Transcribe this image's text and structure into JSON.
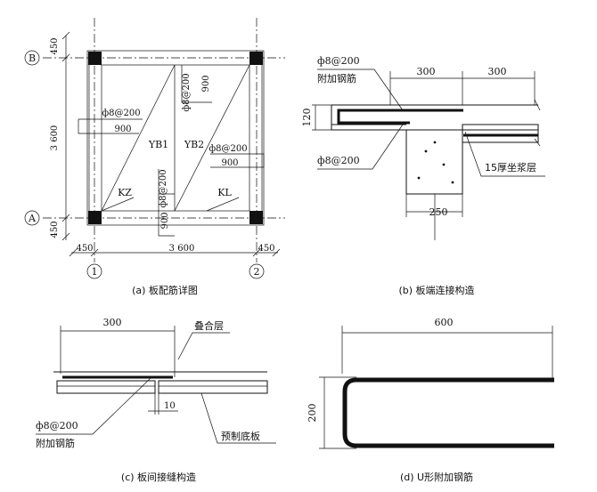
{
  "panel_a": {
    "caption": "(a) 板配筋详图",
    "axis_b": "B",
    "axis_a": "A",
    "axis_1": "1",
    "axis_2": "2",
    "dim_top_450": "450",
    "dim_mid_3600": "3 600",
    "dim_bot_450": "450",
    "dim_h_450_left": "450",
    "dim_h_3600": "3 600",
    "dim_h_450_right": "450",
    "rebar_top": "ф8@200",
    "rebar_top_len": "900",
    "rebar_left": "ф8@200",
    "rebar_left_len": "900",
    "rebar_right": "ф8@200",
    "rebar_right_len": "900",
    "rebar_bottom": "ф8@200",
    "rebar_bottom_len": "900",
    "label_yb1": "YB1",
    "label_yb2": "YB2",
    "label_kz": "KZ",
    "label_kl": "KL"
  },
  "panel_b": {
    "caption": "(b) 板端连接构造",
    "dim_300_left": "300",
    "dim_300_right": "300",
    "dim_120": "120",
    "dim_250": "250",
    "rebar_top": "ф8@200",
    "rebar_top_note": "附加钢筋",
    "rebar_bottom": "ф8@200",
    "mortar_note": "15厚坐浆层"
  },
  "panel_c": {
    "caption": "(c) 板间接缝构造",
    "dim_300": "300",
    "dim_10": "10",
    "overlay_label": "叠合层",
    "rebar": "ф8@200",
    "rebar_note": "附加钢筋",
    "precast_label": "预制底板"
  },
  "panel_d": {
    "caption": "(d) U形附加钢筋",
    "dim_600": "600",
    "dim_200": "200"
  }
}
